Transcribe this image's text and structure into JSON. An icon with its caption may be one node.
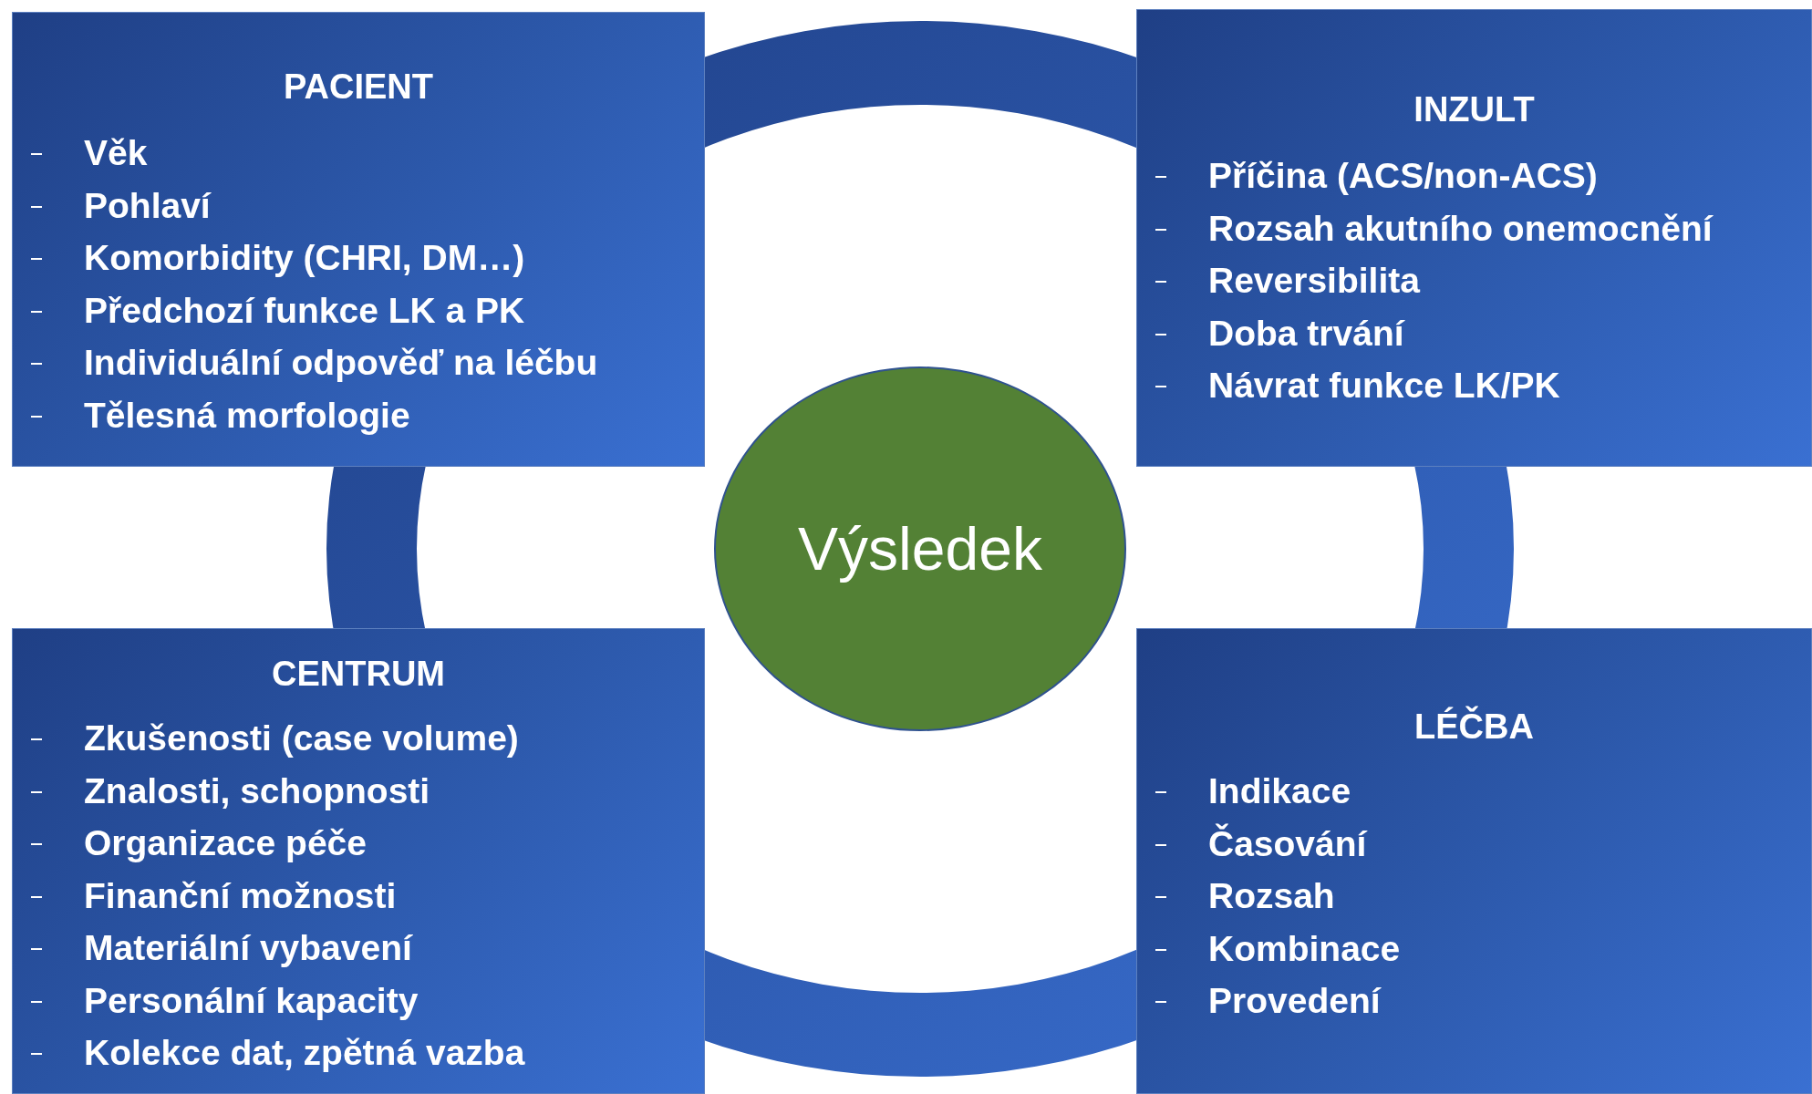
{
  "diagram": {
    "nodes": [
      {
        "text": [
          "PACIENT",
          "Věk",
          "Pohlaví",
          "Komorbidity (CHRI, DM…)",
          "Předchozí funkce LK a PK",
          "Individuální odpověď na léčbu",
          "Tělesná morfologie"
        ]
      },
      {
        "text": [
          "INZULT",
          "Příčina (ACS/non-ACS)",
          "Rozsah akutního onemocnění",
          "Reversibilita",
          "Doba trvání",
          "Návrat funkce LK/PK"
        ]
      },
      {
        "text": [
          "Výsledek"
        ]
      },
      {
        "text": [
          "CENTRUM",
          "Zkušenosti (case volume)",
          "Znalosti, schopnosti",
          "Organizace péče",
          "Finanční možnosti",
          "Materiální vybavení",
          "Personální kapacity",
          "Kolekce dat, zpětná vazba"
        ]
      },
      {
        "text": [
          "LÉČBA",
          "Indikace",
          "Časování",
          "Rozsah",
          "Kombinace",
          "Provedení"
        ]
      }
    ],
    "edges": []
  }
}
